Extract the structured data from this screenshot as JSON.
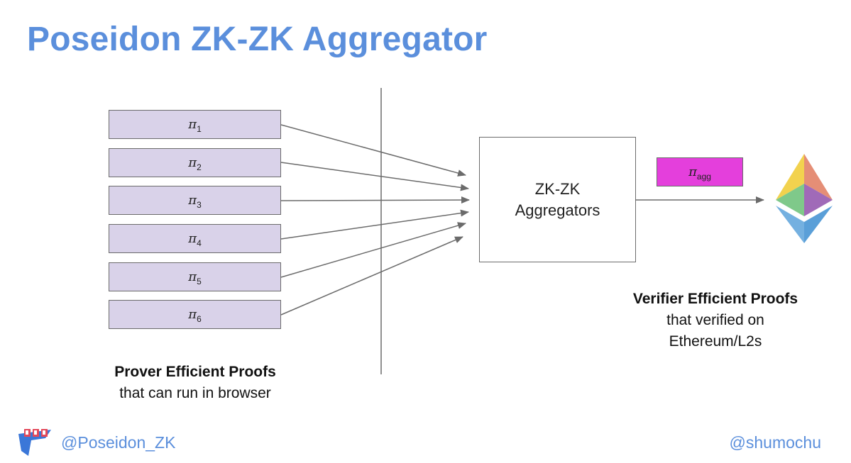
{
  "title": "Poseidon ZK-ZK Aggregator",
  "proofs": [
    {
      "symbol": "π",
      "sub": "1"
    },
    {
      "symbol": "π",
      "sub": "2"
    },
    {
      "symbol": "π",
      "sub": "3"
    },
    {
      "symbol": "π",
      "sub": "4"
    },
    {
      "symbol": "π",
      "sub": "5"
    },
    {
      "symbol": "π",
      "sub": "6"
    }
  ],
  "aggregator": {
    "line1": "ZK-ZK",
    "line2": "Aggregators"
  },
  "aggregated_proof": {
    "symbol": "π",
    "sub": "agg"
  },
  "prover_caption": {
    "bold": "Prover Efficient Proofs",
    "text": "that can run in browser"
  },
  "verifier_caption": {
    "bold": "Verifier Efficient Proofs",
    "line2": "that verified on",
    "line3": "Ethereum/L2s"
  },
  "footer": {
    "left_handle": "@Poseidon_ZK",
    "right_handle": "@shumochu"
  },
  "colors": {
    "title": "#5b8fdc",
    "proof_fill": "#d9d2e9",
    "agg_fill": "#e43fdc"
  },
  "icons": {
    "logo": "poseidon-logo-icon",
    "ethereum": "ethereum-logo-icon"
  }
}
